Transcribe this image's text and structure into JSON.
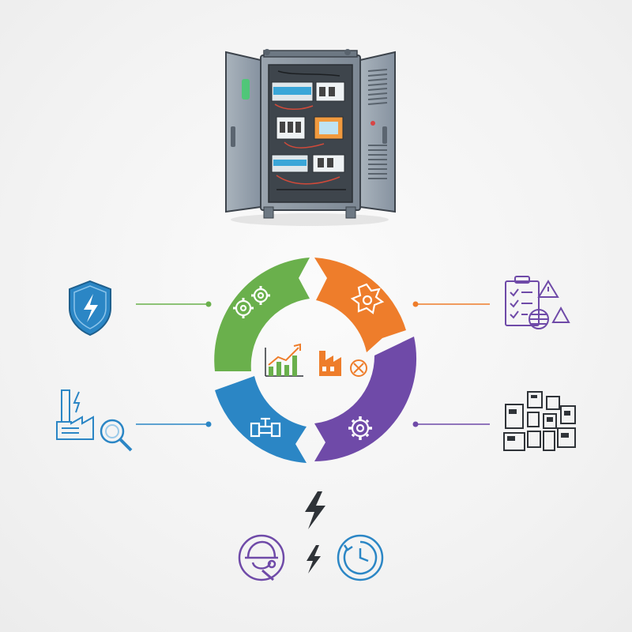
{
  "colors": {
    "green": "#6ab04c",
    "orange": "#ee7d2b",
    "purple": "#6f4aa8",
    "blue": "#2b86c5",
    "cabinet": "#8c97a3",
    "dark": "#2f3338",
    "connector_left": "#5a9e4c",
    "connector_right_top": "#ee7d2b",
    "connector_right_bottom": "#6f4aa8",
    "connector_left_bottom": "#2b86c5"
  },
  "diagram": {
    "top_image": "electrical-cabinet-open",
    "cycle_segments": [
      {
        "name": "green-segment",
        "icon": "gears-icon",
        "color": "#6ab04c"
      },
      {
        "name": "orange-segment",
        "icon": "breakdown-icon",
        "color": "#ee7d2b"
      },
      {
        "name": "purple-segment",
        "icon": "gear-icon",
        "color": "#6f4aa8"
      },
      {
        "name": "blue-segment",
        "icon": "pipe-valve-icon",
        "color": "#2b86c5"
      }
    ],
    "center_icons": [
      "growth-chart-icon",
      "factory-stop-icon"
    ],
    "side_icons": {
      "left_top": "shield-lightning-icon",
      "left_bottom": "factory-inspection-icon",
      "right_top": "checklist-warning-icon",
      "right_bottom": "equipment-cabinets-icon"
    },
    "bottom_icons": [
      "lightning-icon",
      "technician-wrench-icon",
      "small-lightning-icon",
      "clock-cycle-icon"
    ]
  }
}
